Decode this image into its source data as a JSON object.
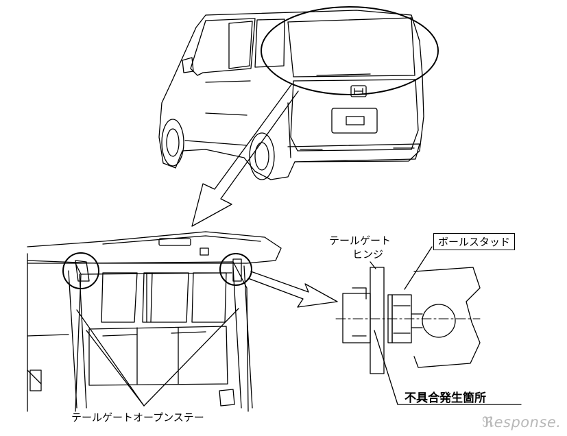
{
  "labels": {
    "tailgate_hinge_line1": "テールゲート",
    "tailgate_hinge_line2": "ヒンジ",
    "ball_stud": "ボールスタッド",
    "defect_location": "不具合発生箇所",
    "tailgate_open_stay": "テールゲートオープンステー"
  },
  "watermark": {
    "text": "esponse.",
    "icon": "response-r-logo",
    "color": "#b8b8b8"
  },
  "colors": {
    "line": "#000000",
    "background": "#ffffff"
  }
}
